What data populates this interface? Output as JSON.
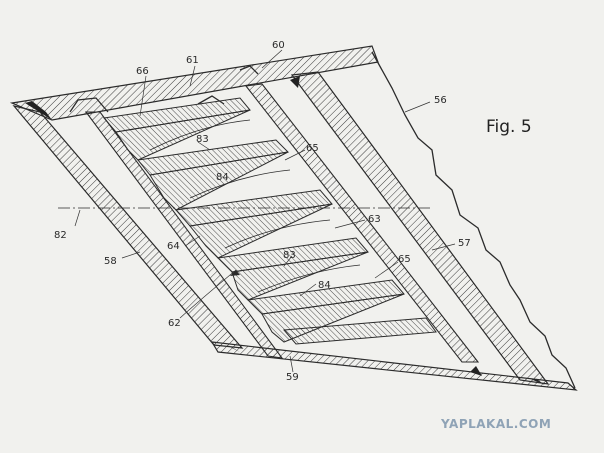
{
  "figure": {
    "title": "Fig. 5",
    "labels": {
      "l60": "60",
      "l61": "61",
      "l66": "66",
      "l56": "56",
      "l83a": "83",
      "l65a": "65",
      "l84a": "84",
      "l82": "82",
      "l63": "63",
      "l64": "64",
      "l83b": "83",
      "l65b": "65",
      "l57": "57",
      "l58": "58",
      "l84b": "84",
      "l62": "62",
      "l59": "59"
    }
  },
  "watermark": "YAPLAKAL.COM",
  "colors": {
    "background": "#f1f1ee",
    "ink": "#2b2b2b",
    "watermark": "#8fa3b6"
  }
}
